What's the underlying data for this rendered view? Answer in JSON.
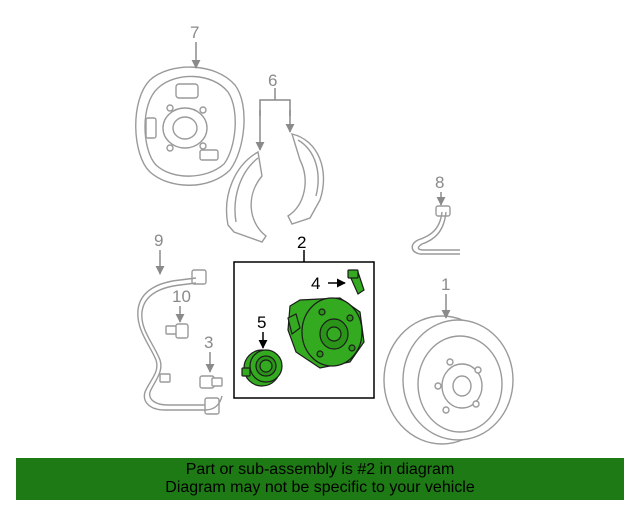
{
  "callouts": {
    "c1": "1",
    "c2": "2",
    "c3": "3",
    "c4": "4",
    "c5": "5",
    "c6": "6",
    "c7": "7",
    "c8": "8",
    "c9": "9",
    "c10": "10"
  },
  "banner": {
    "line1": "Part or sub-assembly is #2 in diagram",
    "line2": "Diagram may not be specific to your vehicle"
  },
  "colors": {
    "highlight": "#33aa1f",
    "banner_bg": "#1e7a14",
    "line_grey": "#8a8a8a"
  }
}
